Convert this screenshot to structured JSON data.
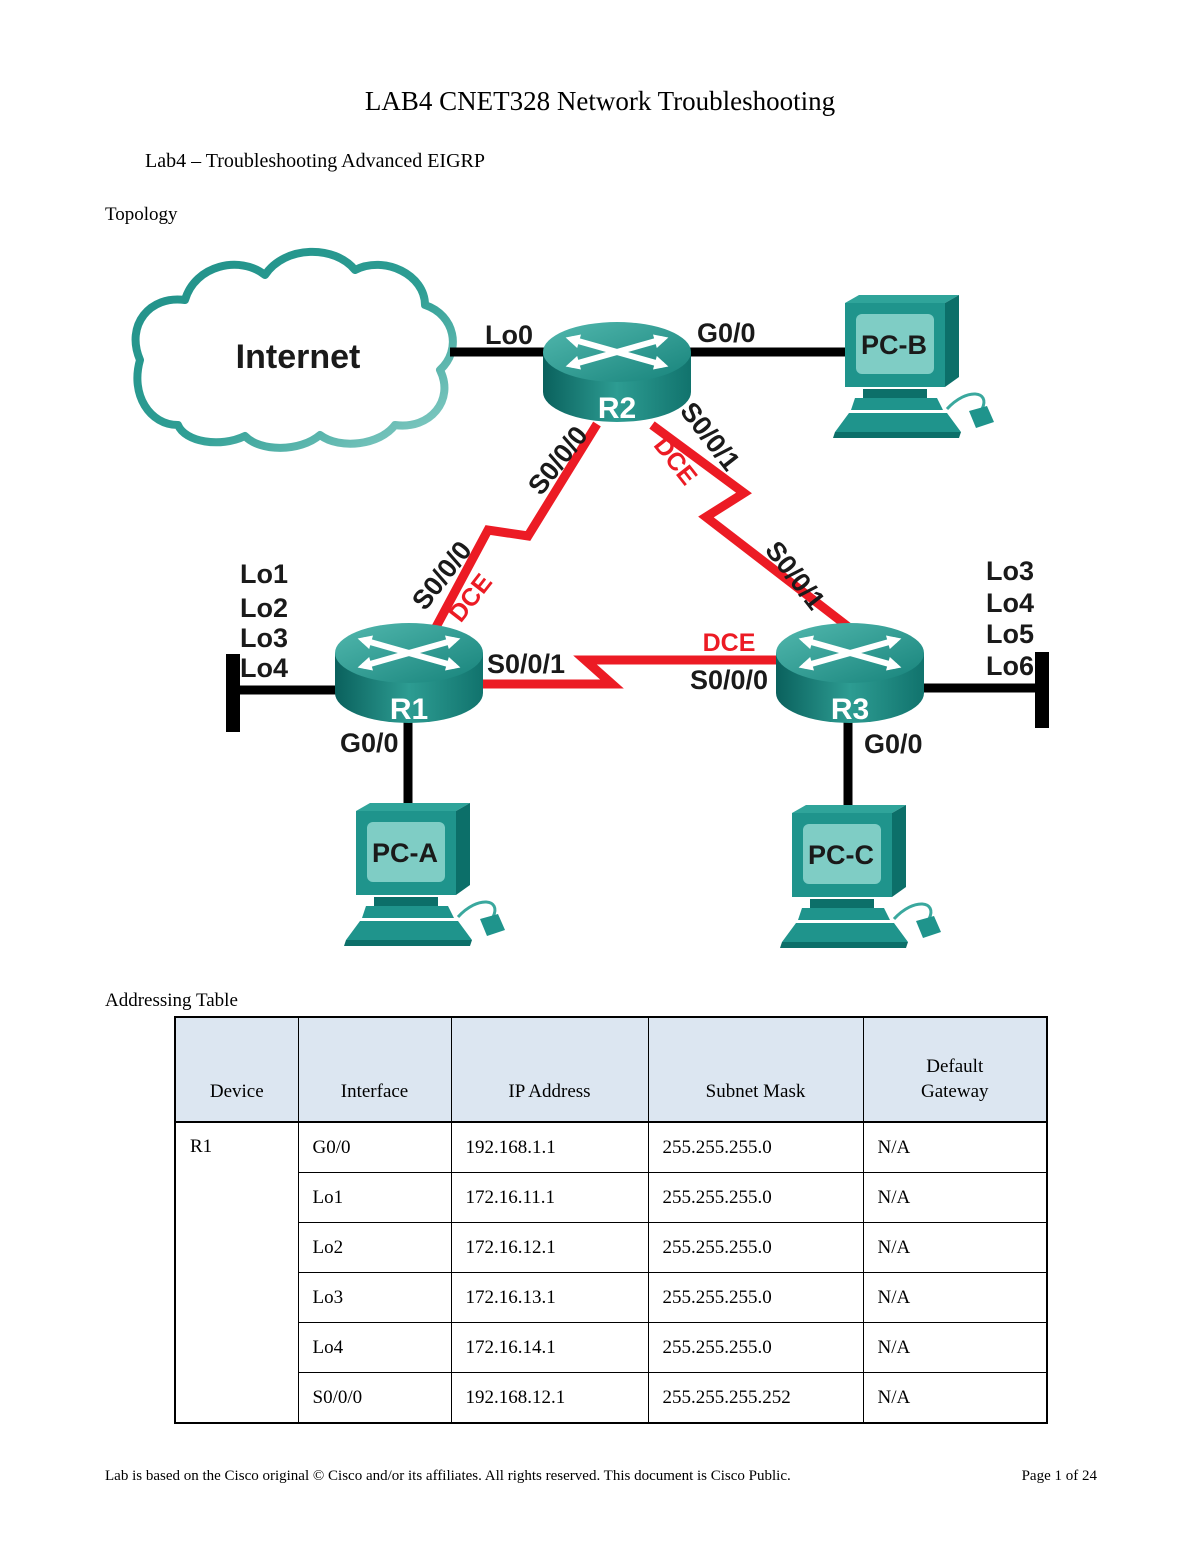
{
  "document": {
    "title": "LAB4 CNET328 Network Troubleshooting",
    "subtitle": "Lab4 – Troubleshooting Advanced EIGRP",
    "topology_heading": "Topology",
    "table_heading": "Addressing Table",
    "footer_left": "Lab is based on the Cisco original © Cisco and/or its affiliates. All rights reserved. This document is Cisco Public.",
    "footer_right": "Page 1 of 24"
  },
  "topology": {
    "cloud_label": "Internet",
    "device_labels": {
      "r1": "R1",
      "r2": "R2",
      "r3": "R3",
      "pc_a": "PC-A",
      "pc_b": "PC-B",
      "pc_c": "PC-C"
    },
    "interface_labels": {
      "lo0": "Lo0",
      "g00_r2": "G0/0",
      "s000_r2": "S0/0/0",
      "s000_r1": "S0/0/0",
      "dce_r1": "DCE",
      "s001_r2": "S0/0/1",
      "dce_r2": "DCE",
      "s001_r3": "S0/0/1",
      "s001_r1": "S0/0/1",
      "dce_r3": "DCE",
      "s000_r3": "S0/0/0",
      "g00_r1": "G0/0",
      "g00_r3": "G0/0"
    },
    "loopbacks_left": [
      "Lo1",
      "Lo2",
      "Lo3",
      "Lo4"
    ],
    "loopbacks_right": [
      "Lo3",
      "Lo4",
      "Lo5",
      "Lo6"
    ]
  },
  "addressing_table": {
    "headers": [
      "Device",
      "Interface",
      "IP Address",
      "Subnet Mask",
      "Default Gateway"
    ],
    "device": "R1",
    "rows": [
      {
        "interface": "G0/0",
        "ip": "192.168.1.1",
        "mask": "255.255.255.0",
        "gateway": "N/A"
      },
      {
        "interface": "Lo1",
        "ip": "172.16.11.1",
        "mask": "255.255.255.0",
        "gateway": "N/A"
      },
      {
        "interface": "Lo2",
        "ip": "172.16.12.1",
        "mask": "255.255.255.0",
        "gateway": "N/A"
      },
      {
        "interface": "Lo3",
        "ip": "172.16.13.1",
        "mask": "255.255.255.0",
        "gateway": "N/A"
      },
      {
        "interface": "Lo4",
        "ip": "172.16.14.1",
        "mask": "255.255.255.0",
        "gateway": "N/A"
      },
      {
        "interface": "S0/0/0",
        "ip": "192.168.12.1",
        "mask": "255.255.255.252",
        "gateway": "N/A"
      }
    ]
  },
  "colors": {
    "teal": "#1F948C",
    "teal_dark": "#0C6F69",
    "red_link": "#EC1B24",
    "table_header_bg": "#DCE6F1"
  }
}
